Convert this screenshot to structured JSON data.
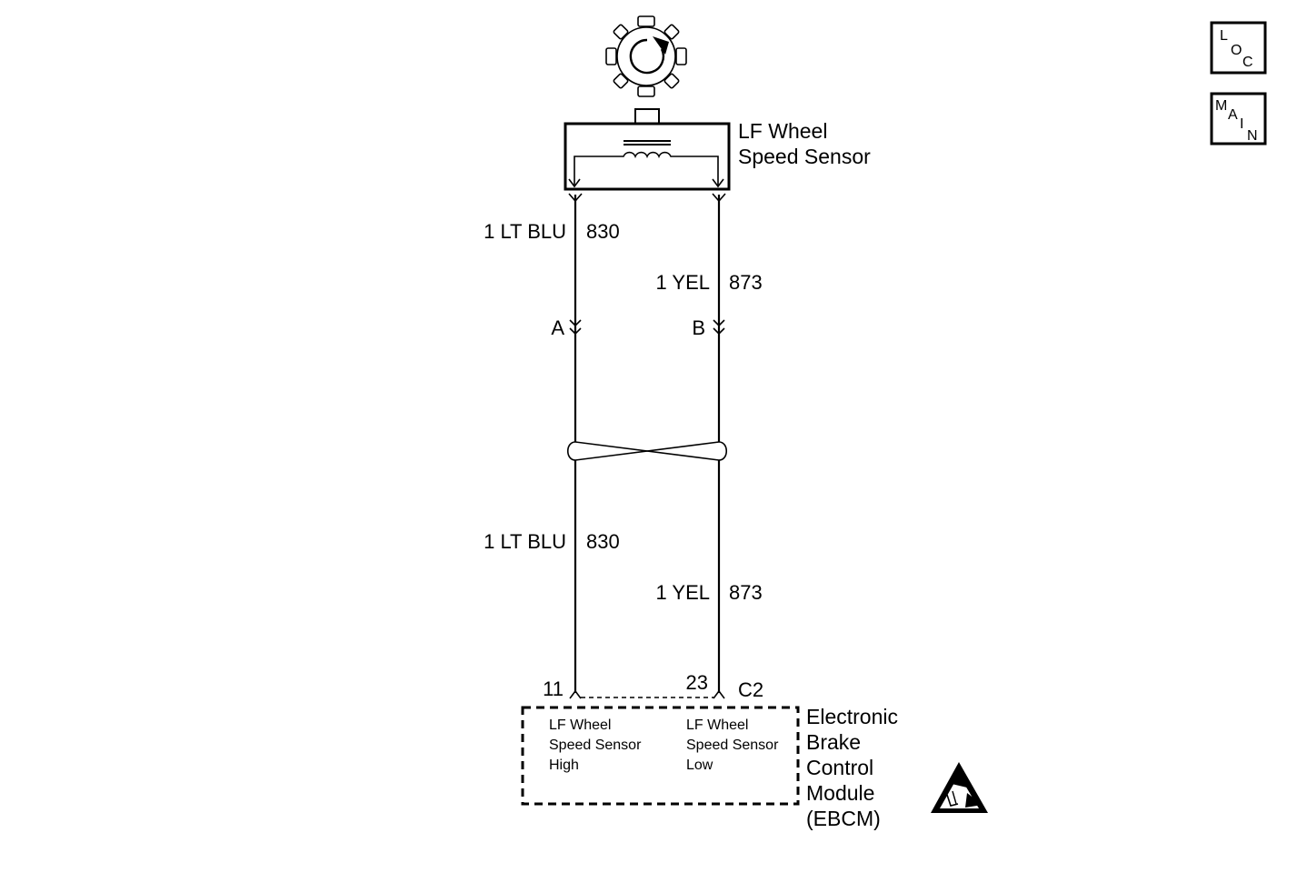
{
  "sensor": {
    "name_line1": "LF Wheel",
    "name_line2": "Speed Sensor"
  },
  "wires": {
    "circuit_a": {
      "gauge_color": "1 LT BLU",
      "number": "830",
      "terminal": "A",
      "module_pin": "11"
    },
    "circuit_b": {
      "gauge_color": "1 YEL",
      "number": "873",
      "terminal": "B",
      "module_pin": "23"
    }
  },
  "connector": {
    "name": "C2"
  },
  "module": {
    "name_lines": [
      "Electronic",
      "Brake",
      "Control",
      "Module",
      "(EBCM)"
    ],
    "pin_high_lines": [
      "LF Wheel",
      "Speed Sensor",
      "High"
    ],
    "pin_low_lines": [
      "LF Wheel",
      "Speed Sensor",
      "Low"
    ]
  },
  "nav": {
    "loc": {
      "l1": "L",
      "l2": "O",
      "l3": "C"
    },
    "main": {
      "l1": "M",
      "l2": "A",
      "l3": "I",
      "l4": "N"
    }
  },
  "icons": {
    "tone_wheel": "tone-wheel-icon",
    "esd": "esd-warning-icon"
  }
}
